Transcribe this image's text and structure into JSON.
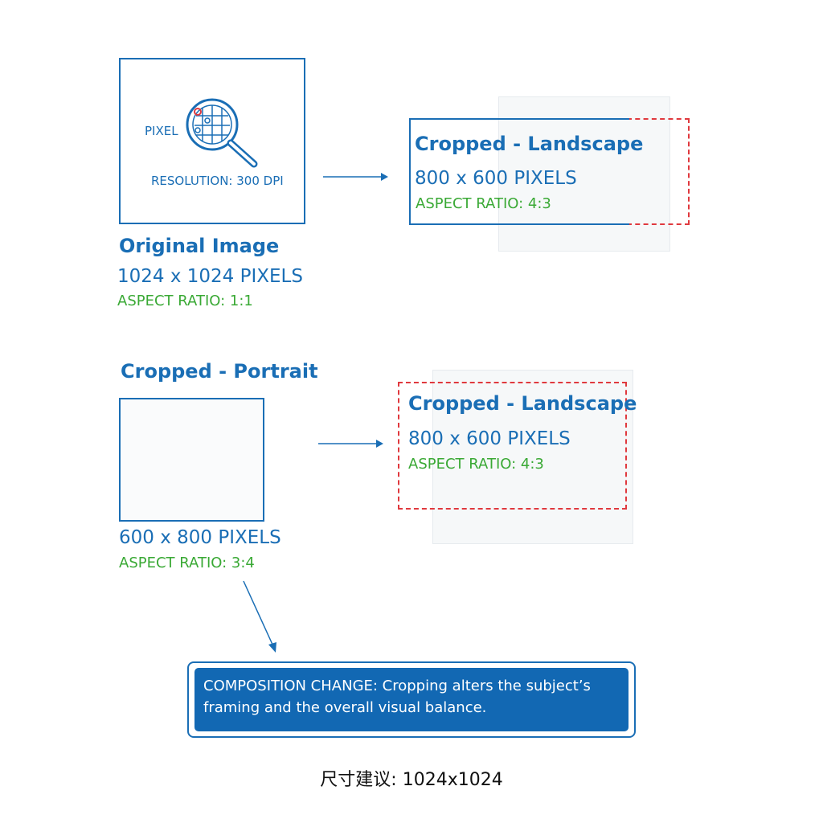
{
  "original": {
    "pixel_label": "PIXEL",
    "resolution_label": "RESOLUTION: 300 DPI",
    "title": "Original Image",
    "dimensions": "1024 x 1024 PIXELS",
    "aspect_ratio": "ASPECT RATIO: 1:1"
  },
  "landscape_top": {
    "title": "Cropped - Landscape",
    "dimensions": "800 x 600 PIXELS",
    "aspect_ratio": "ASPECT RATIO: 4:3"
  },
  "portrait": {
    "title": "Cropped - Portrait",
    "dimensions": "600 x 800 PIXELS",
    "aspect_ratio": "ASPECT RATIO: 3:4"
  },
  "landscape_bottom": {
    "title": "Cropped - Landscape",
    "dimensions": "800 x 600 PIXELS",
    "aspect_ratio": "ASPECT RATIO: 4:3"
  },
  "callout": {
    "line1": "COMPOSITION CHANGE: Cropping alters the subject’s",
    "line2": "framing and the overall visual balance."
  },
  "footer": {
    "size_note": "尺寸建议: 1024x1024"
  },
  "colors": {
    "primary_blue": "#1a6eb5",
    "accent_green": "#3aa935",
    "crop_red": "#e0393e"
  }
}
